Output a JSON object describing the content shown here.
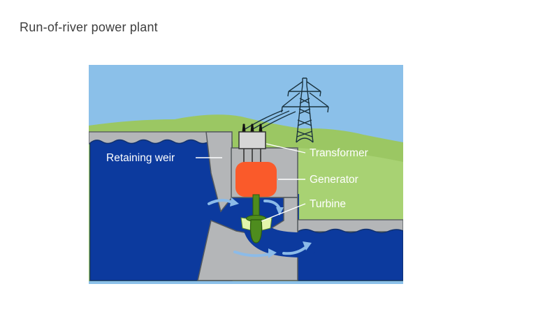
{
  "title": "Run-of-river power plant",
  "diagram": {
    "labels": {
      "retaining_weir": "Retaining weir",
      "transformer": "Transformer",
      "generator": "Generator",
      "turbine": "Turbine"
    },
    "colors": {
      "sky": "#8bc0e9",
      "grass": "#9bc763",
      "grass_near": "#a8d273",
      "water": "#0c3a9e",
      "water_outline": "#10306e",
      "concrete": "#b4b6b8",
      "concrete_outline": "#555a5e",
      "transformer_box": "#d6d6d6",
      "wire_dark": "#1a323e",
      "generator_orange": "#fa5a2a",
      "turbine_green_dark": "#4e8c1e",
      "turbine_green_outline": "#2c5a10",
      "turbine_blade_light": "#e2f5ac",
      "flow_arrow_blue": "#8cbbe8",
      "label_text": "#ffffff",
      "title_text": "#3e3e3e"
    }
  }
}
